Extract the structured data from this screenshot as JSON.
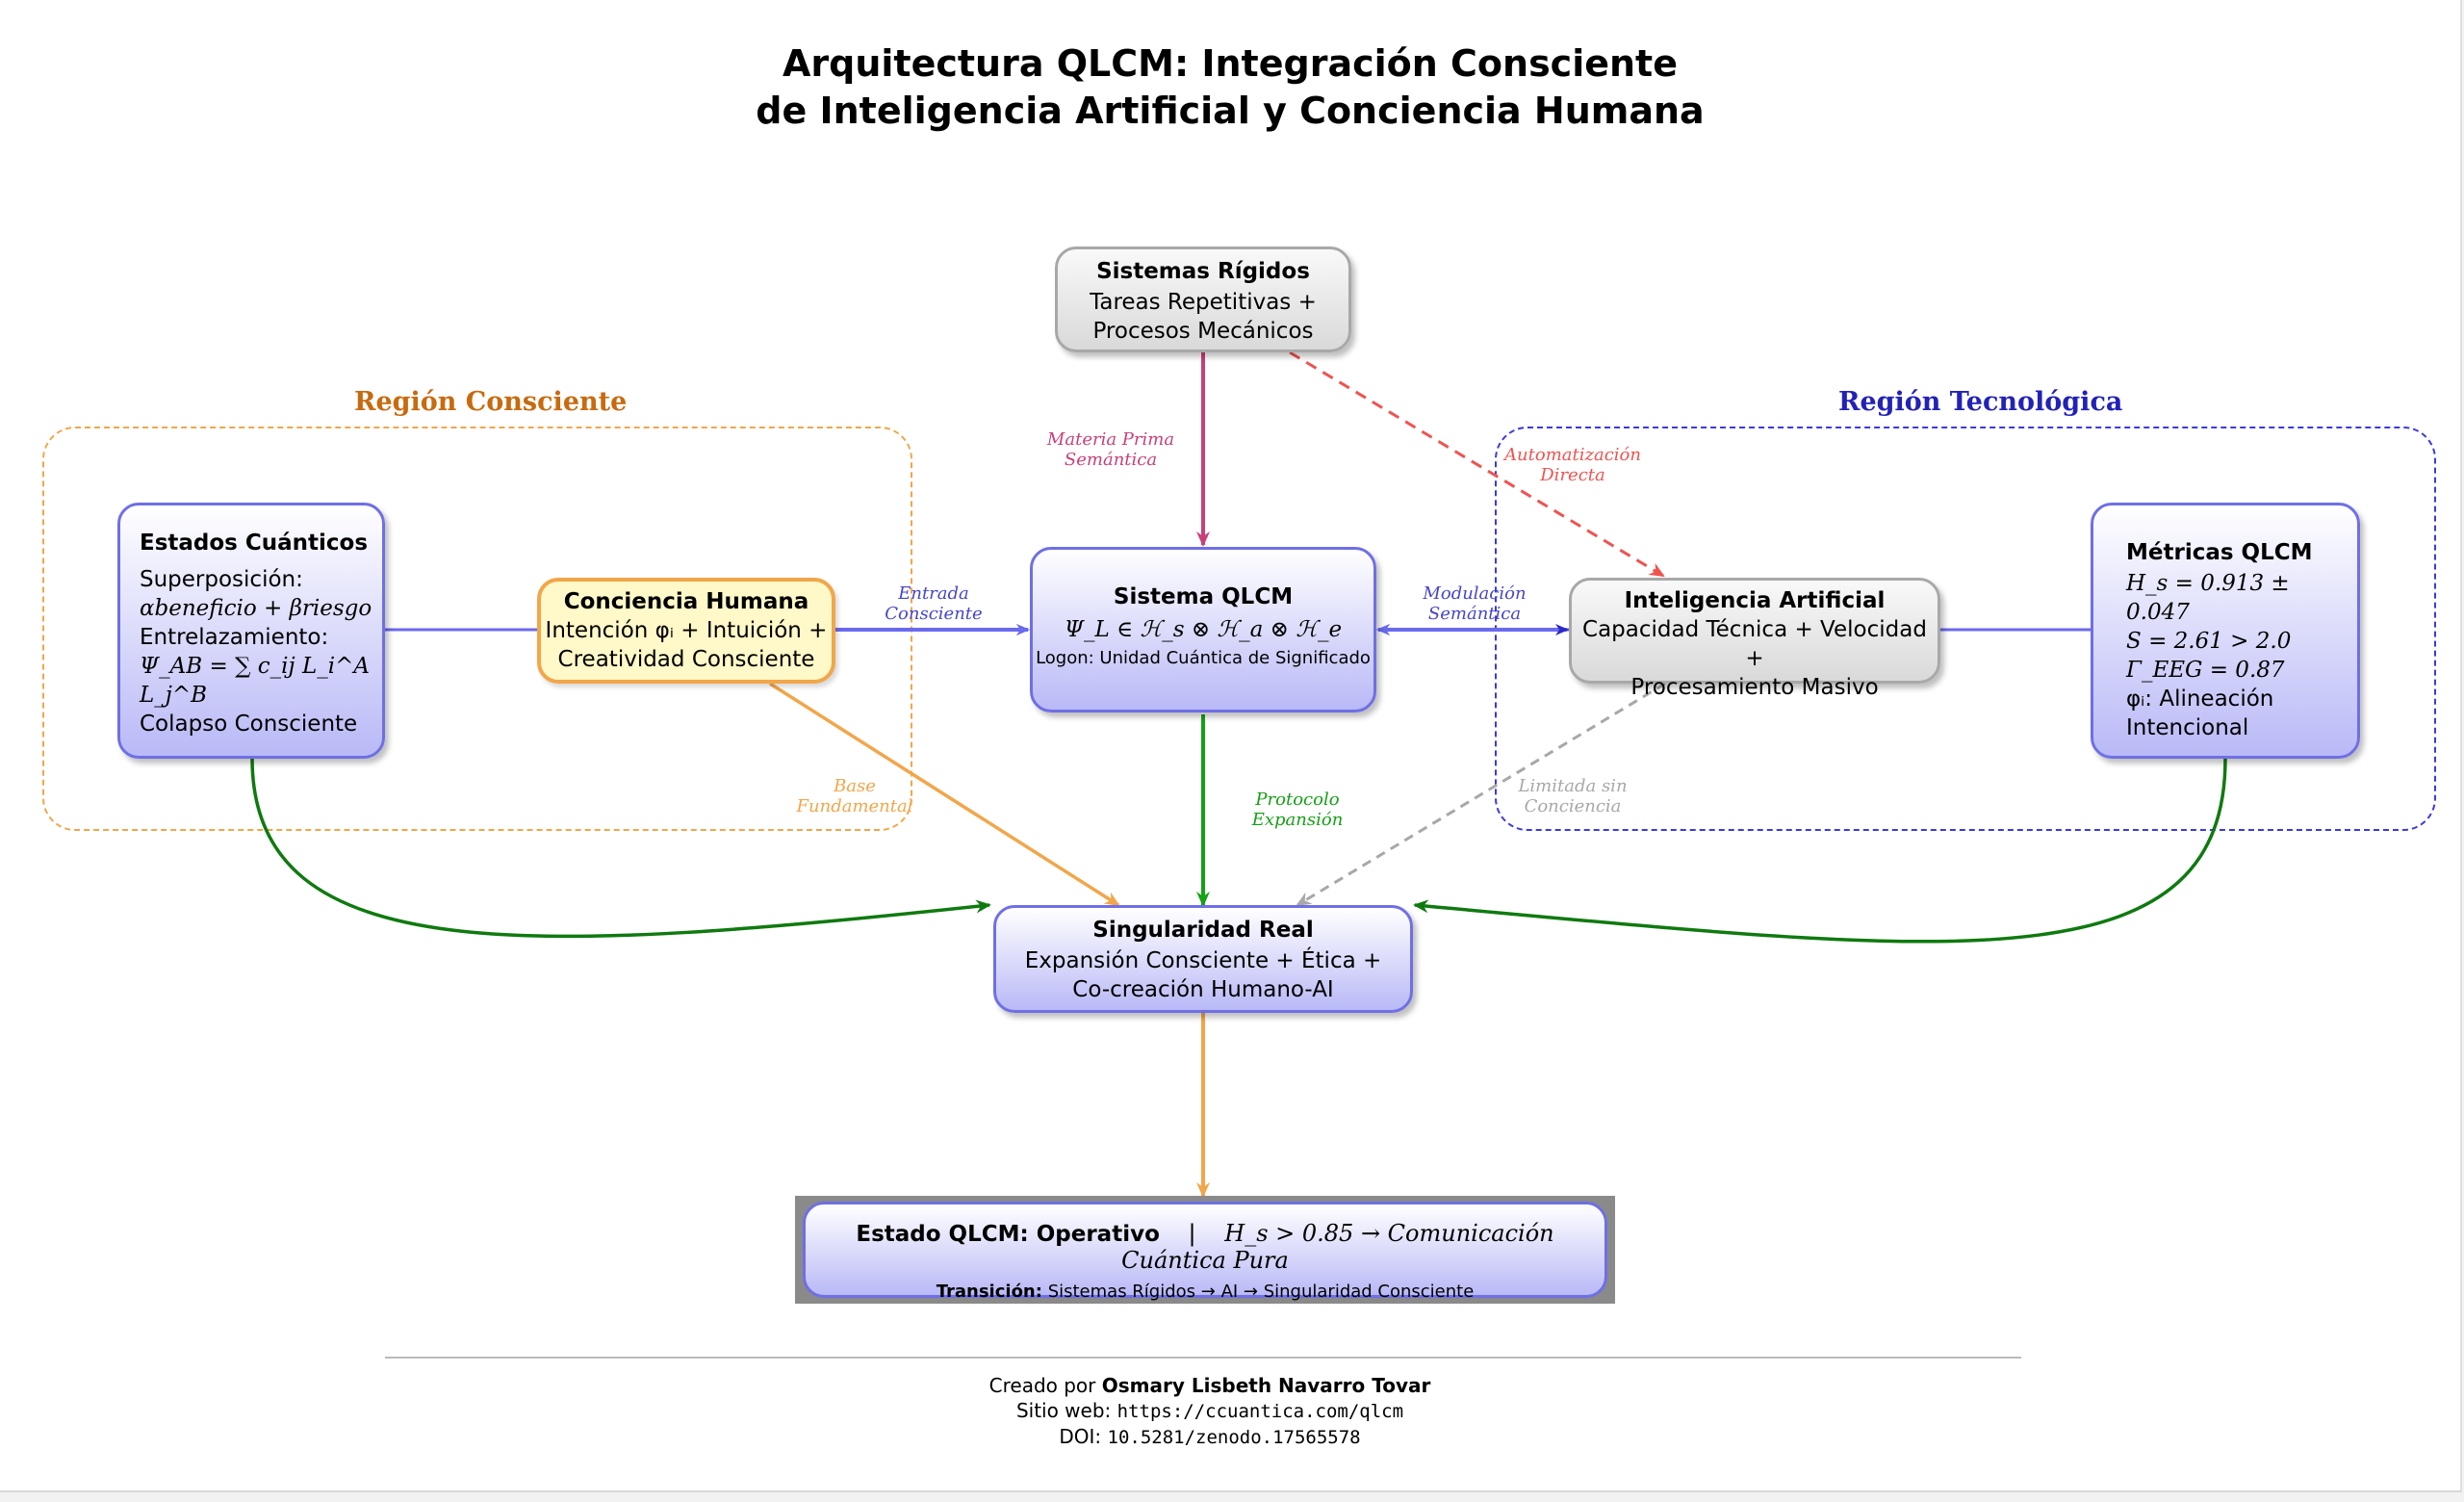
{
  "title": {
    "line1": "Arquitectura QLCM: Integración Consciente",
    "line2": "de Inteligencia Artificial y Conciencia Humana"
  },
  "regions": {
    "conscious": {
      "label": "Región Consciente",
      "color": "#f2a64a",
      "label_color": "#c86a0e"
    },
    "tech": {
      "label": "Región Tecnológica",
      "color": "#3a3ae0",
      "label_color": "#2222b8"
    }
  },
  "nodes": {
    "rigid": {
      "title": "Sistemas Rígidos",
      "line1": "Tareas Repetitivas +",
      "line2": "Procesos Mecánicos"
    },
    "quantum_states": {
      "title": "Estados Cuánticos",
      "sup_label": "Superposición:",
      "sup_formula": "αbeneficio + βriesgo",
      "ent_label": "Entrelazamiento:",
      "ent_formula": "Ψ_AB = ∑ c_ij L_i^A L_j^B",
      "collapse": "Colapso Consciente"
    },
    "human": {
      "title": "Conciencia Humana",
      "line1": "Intención φᵢ + Intuición +",
      "line2": "Creatividad Consciente"
    },
    "qlcm": {
      "title": "Sistema QLCM",
      "formula": "Ψ_L ∈ ℋ_s ⊗ ℋ_a ⊗ ℋ_e",
      "logon": "Logon: Unidad Cuántica de Significado"
    },
    "ai": {
      "title": "Inteligencia Artificial",
      "line1": "Capacidad Técnica + Velocidad +",
      "line2": "Procesamiento Masivo"
    },
    "metrics": {
      "title": "Métricas QLCM",
      "m1": "H_s = 0.913 ± 0.047",
      "m2": "S = 2.61 > 2.0",
      "m3": "Γ_EEG = 0.87",
      "m4": "φᵢ: Alineación",
      "m5": "Intencional"
    },
    "singularity": {
      "title": "Singularidad Real",
      "line1": "Expansión Consciente + Ética +",
      "line2": "Co-creación Humano-AI"
    },
    "state": {
      "title": "Estado QLCM: Operativo",
      "sep": "|",
      "condition": "H_s > 0.85 → Comunicación Cuántica Pura",
      "transition_label": "Transición:",
      "transition": "Sistemas Rígidos → AI → Singularidad Consciente"
    }
  },
  "edge_labels": {
    "materia": {
      "l1": "Materia Prima",
      "l2": "Semántica",
      "color": "#c8407a"
    },
    "automatizacion": {
      "l1": "Automatización",
      "l2": "Directa",
      "color": "#ef5350"
    },
    "entrada": {
      "l1": "Entrada",
      "l2": "Consciente",
      "color": "#4646c8"
    },
    "modulacion": {
      "l1": "Modulación",
      "l2": "Semántica",
      "color": "#4646c8"
    },
    "protocolo": {
      "l1": "Protocolo",
      "l2": "Expansión",
      "color": "#16a016"
    },
    "base": {
      "l1": "Base",
      "l2": "Fundamental",
      "color": "#f2a64a"
    },
    "limitada": {
      "l1": "Limitada sin",
      "l2": "Conciencia",
      "color": "#a8a8a8"
    }
  },
  "footer": {
    "created_prefix": "Creado por",
    "author": "Osmary Lisbeth Navarro Tovar",
    "site_label": "Sitio web:",
    "site": "https://ccuantica.com/qlcm",
    "doi_label": "DOI:",
    "doi": "10.5281/zenodo.17565578"
  },
  "colors": {
    "node_border_blue": "#6f6fe6",
    "arrow_blue": "#6a6aee",
    "arrow_dark_blue": "#2a2ac8",
    "arrow_green": "#16a016",
    "arrow_dark_green": "#0f7a0f",
    "arrow_orange": "#f2a64a",
    "arrow_pink": "#c8407a",
    "arrow_red": "#ef5350",
    "arrow_gray": "#a8a8a8"
  }
}
